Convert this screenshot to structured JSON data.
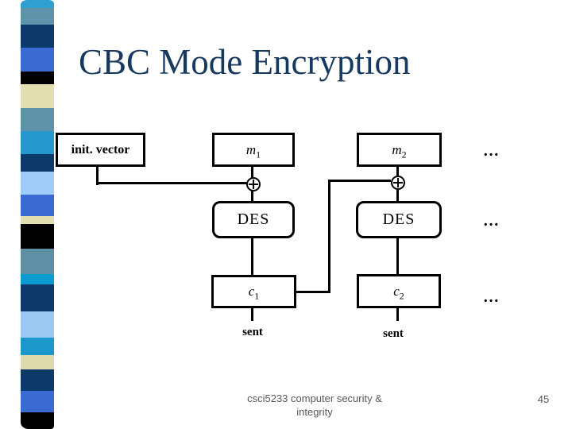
{
  "slide": {
    "title": "CBC Mode Encryption",
    "footer": {
      "line1": "csci5233 computer security &",
      "line2": "integrity",
      "page_number": "45"
    }
  },
  "diagram": {
    "init_vector": {
      "label": "init. vector"
    },
    "columns": [
      {
        "message": {
          "base": "m",
          "sub": "1"
        },
        "cipher_algo": "DES",
        "ciphertext": {
          "base": "c",
          "sub": "1"
        },
        "sent_label": "sent"
      },
      {
        "message": {
          "base": "m",
          "sub": "2"
        },
        "cipher_algo": "DES",
        "ciphertext": {
          "base": "c",
          "sub": "2"
        },
        "sent_label": "sent"
      }
    ],
    "ellipsis": "…"
  },
  "colors": {
    "background": "#ffffff",
    "title_text": "#17395f",
    "diagram_stroke": "#000000",
    "footer_text": "#595959"
  },
  "ribbon": {
    "segments": [
      {
        "color": "#2e9fd0",
        "height": 10
      },
      {
        "color": "#5e93aa",
        "height": 21
      },
      {
        "color": "#0d3a68",
        "height": 29
      },
      {
        "color": "#3a6ad2",
        "height": 30
      },
      {
        "color": "#000000",
        "height": 16
      },
      {
        "color": "#e3deb2",
        "height": 30
      },
      {
        "color": "#5e93aa",
        "height": 29
      },
      {
        "color": "#2598cc",
        "height": 29
      },
      {
        "color": "#0d3a68",
        "height": 22
      },
      {
        "color": "#9fcbf8",
        "height": 29
      },
      {
        "color": "#3a6ad2",
        "height": 27
      },
      {
        "color": "#e3deb2",
        "height": 10
      },
      {
        "color": "#000000",
        "height": 31
      },
      {
        "color": "#5e8fa4",
        "height": 32
      },
      {
        "color": "#0b9bce",
        "height": 13
      },
      {
        "color": "#0d3a68",
        "height": 34
      },
      {
        "color": "#9cc8f2",
        "height": 33
      },
      {
        "color": "#1b97ca",
        "height": 22
      },
      {
        "color": "#dfdaae",
        "height": 18
      },
      {
        "color": "#0d3a68",
        "height": 27
      },
      {
        "color": "#3a6ad2",
        "height": 27
      },
      {
        "color": "#000000",
        "height": 21
      }
    ]
  }
}
